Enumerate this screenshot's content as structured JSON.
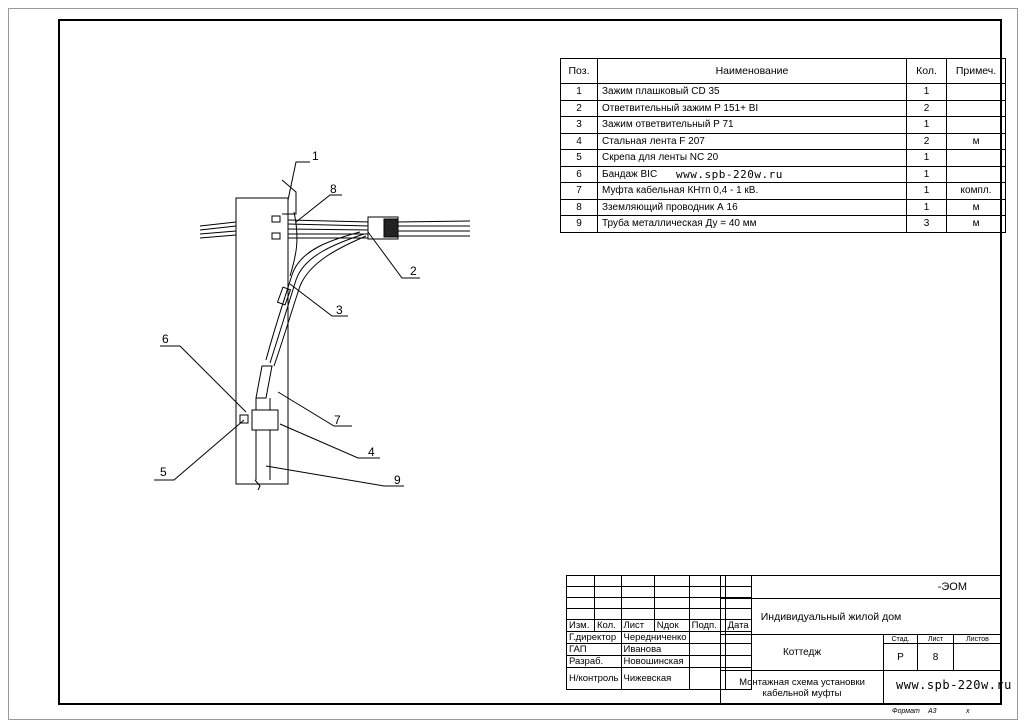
{
  "spec_table": {
    "headers": {
      "pos": "Поз.",
      "name": "Наименование",
      "qty": "Кол.",
      "note": "Примеч."
    },
    "rows": [
      {
        "pos": "1",
        "name": "Зажим плашковый CD 35",
        "qty": "1",
        "note": ""
      },
      {
        "pos": "2",
        "name": "Ответвительный зажим P 151+ BI",
        "qty": "2",
        "note": ""
      },
      {
        "pos": "3",
        "name": "Зажим ответвительный P 71",
        "qty": "1",
        "note": ""
      },
      {
        "pos": "4",
        "name": "Стальная лента F 207",
        "qty": "2",
        "note": "м"
      },
      {
        "pos": "5",
        "name": "Скрепа для ленты  NC 20",
        "qty": "1",
        "note": ""
      },
      {
        "pos": "6",
        "name": "Бандаж BIC",
        "qty": "1",
        "note": ""
      },
      {
        "pos": "7",
        "name": "Муфта кабельная КНтп 0,4 - 1 кВ.",
        "qty": "1",
        "note": "компл."
      },
      {
        "pos": "8",
        "name": "Зземляющий проводник А 16",
        "qty": "1",
        "note": "м"
      },
      {
        "pos": "9",
        "name": "Труба металлическая Ду = 40 мм",
        "qty": "3",
        "note": "м"
      }
    ]
  },
  "watermark": "www.spb-220w.ru",
  "drawing": {
    "callouts": [
      "1",
      "2",
      "3",
      "4",
      "5",
      "6",
      "7",
      "8",
      "9"
    ]
  },
  "title_block": {
    "code": "-ЭОМ",
    "project": "Индивидуальный жилой дом",
    "object": "Коттедж",
    "sheet_title": "Монтажная схема установки кабельной муфты",
    "stage_label": "Стад.",
    "sheet_label": "Лист",
    "sheets_label": "Листов",
    "stage": "Р",
    "sheet": "8",
    "sheets": "",
    "col_headers": [
      "Изм.",
      "Кол.",
      "Лист",
      "Nдок",
      "Подп.",
      "Дата"
    ],
    "roles": [
      {
        "role": "Г.директор",
        "name": "Чередниченко"
      },
      {
        "role": "ГАП",
        "name": "Иванова"
      },
      {
        "role": "Разраб.",
        "name": "Новошинская"
      },
      {
        "role": "Н/контроль",
        "name": "Чижевская"
      }
    ],
    "format_label": "Формат",
    "format_value": "А3",
    "format_x": "х"
  }
}
